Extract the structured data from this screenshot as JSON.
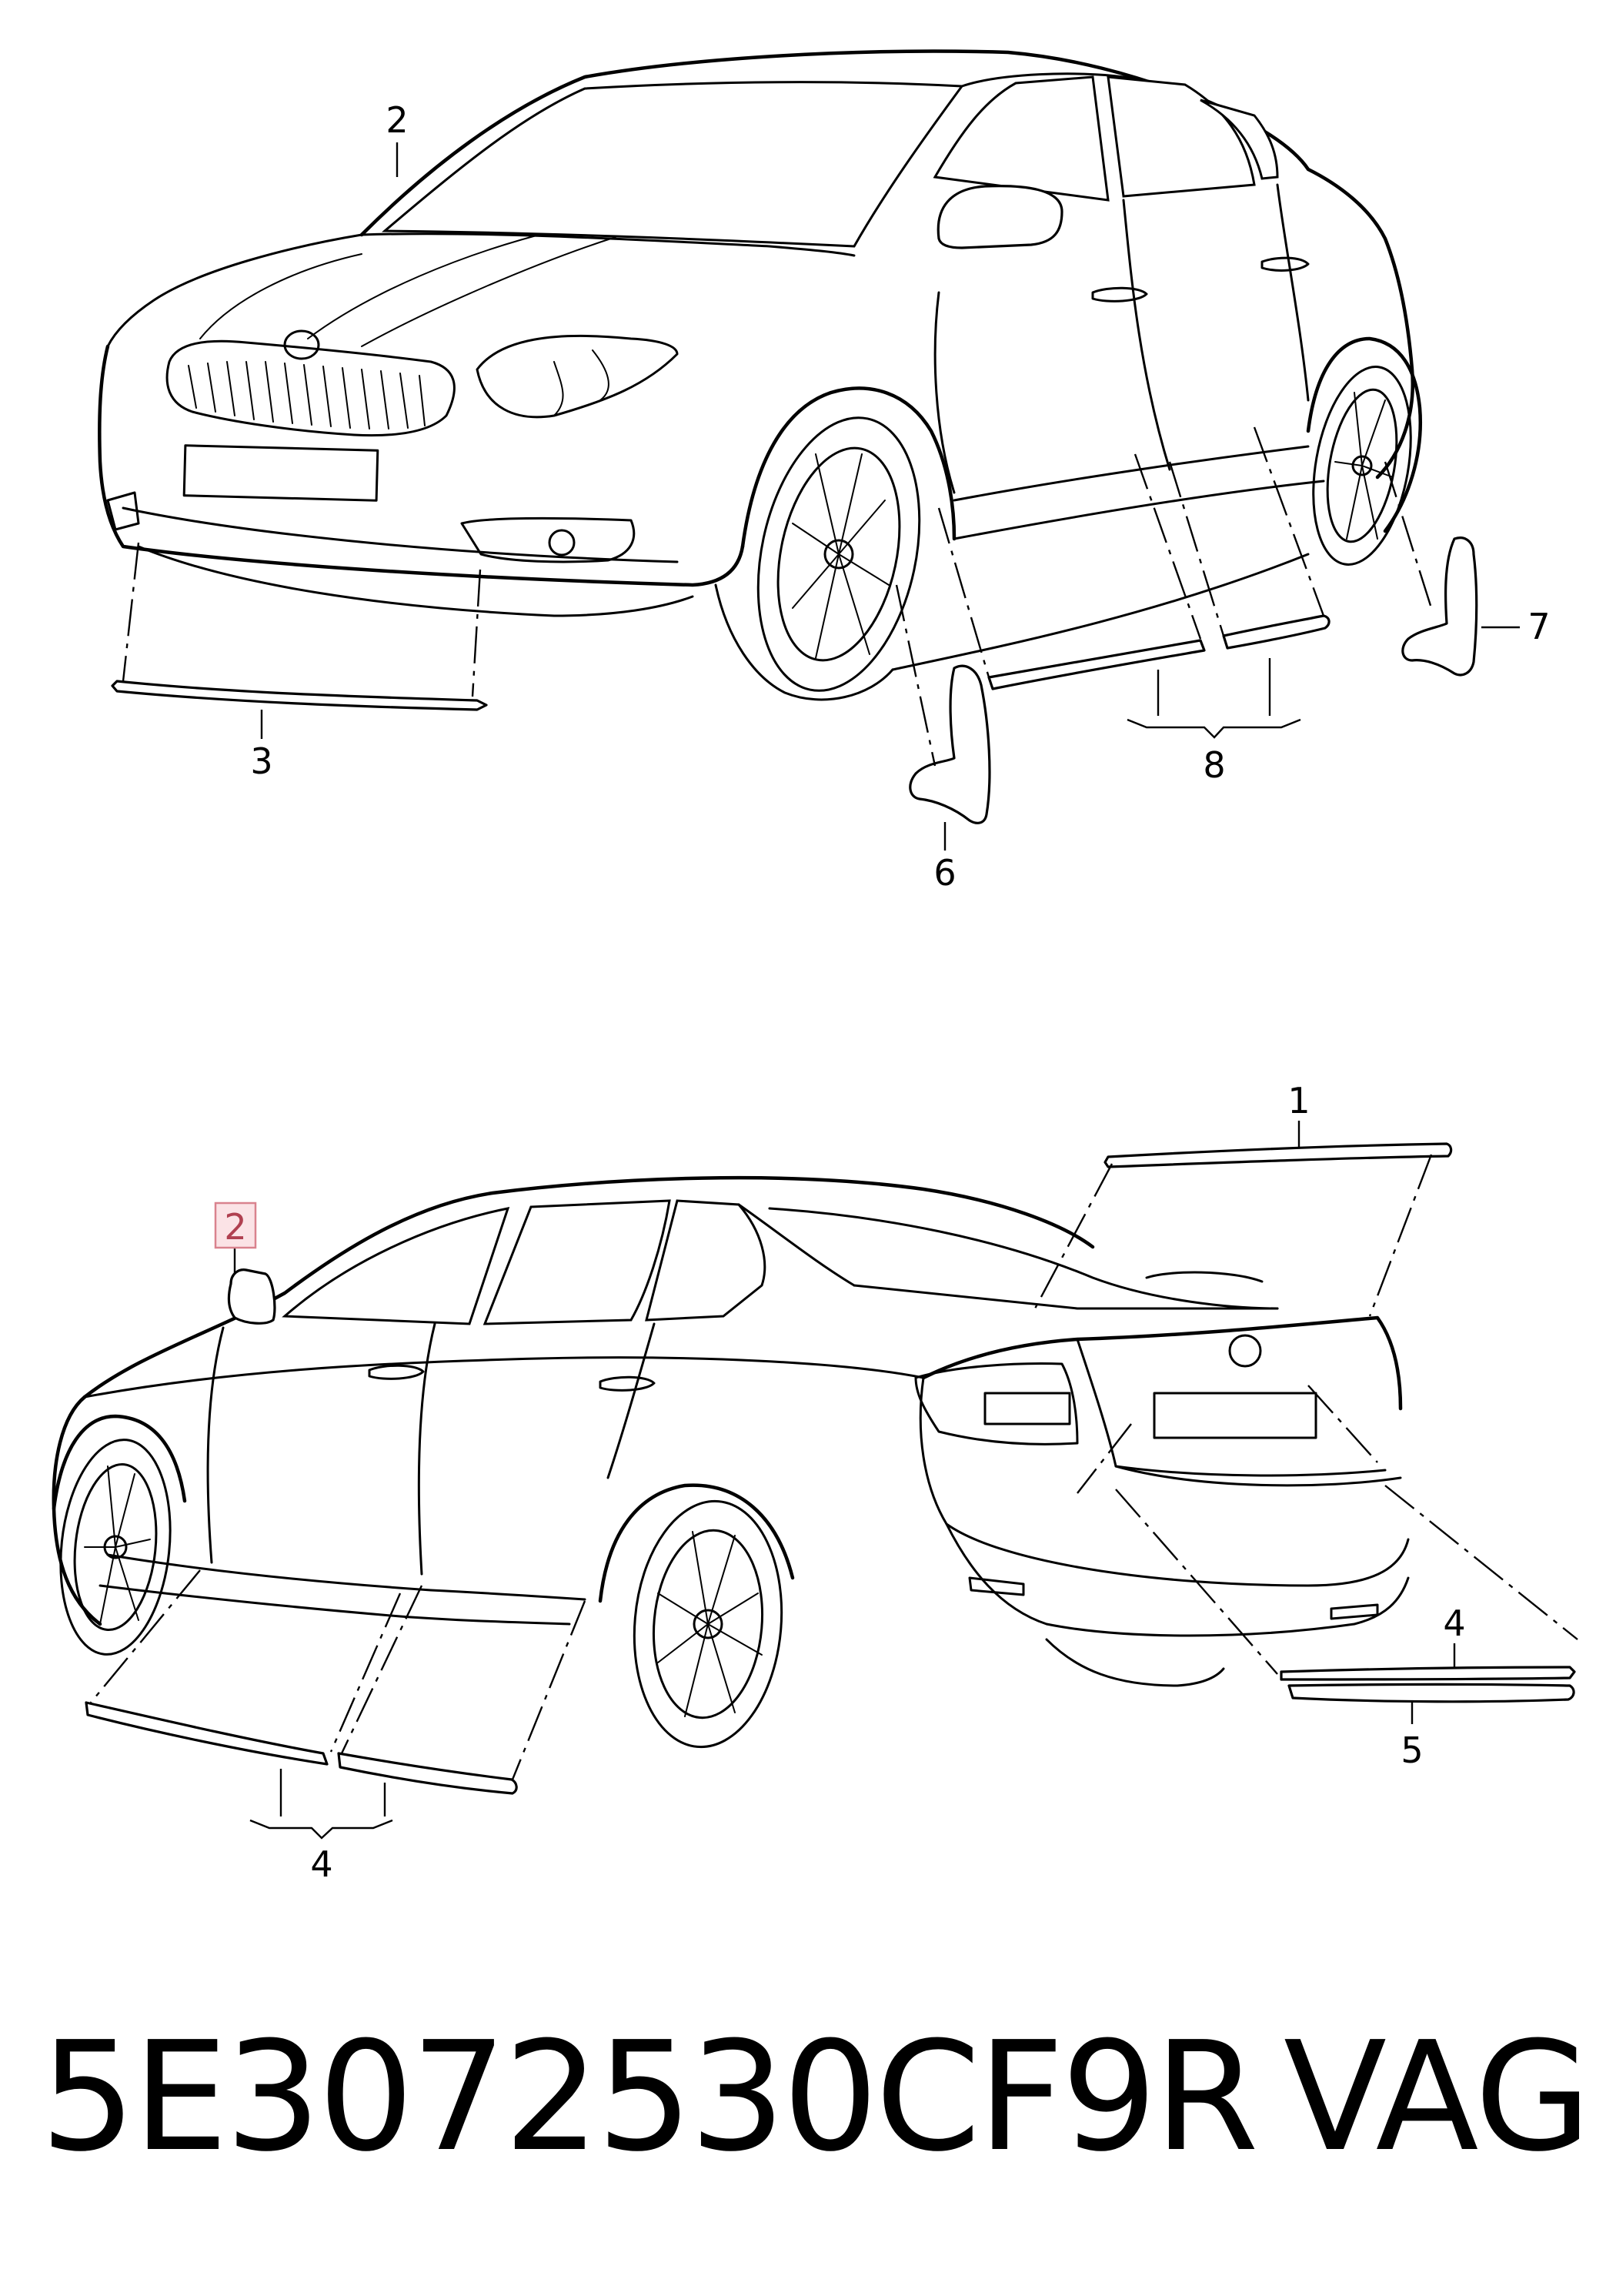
{
  "callouts": {
    "top_view": {
      "mirror": "2",
      "front_strip": "3",
      "front_mudflap": "6",
      "rear_mudflap": "7",
      "side_mouldings": "8"
    },
    "bottom_view": {
      "spoiler": "1",
      "mirror_highlighted": "2",
      "side_mouldings": "4",
      "rear_trim_upper": "4",
      "rear_trim_lower": "5"
    }
  },
  "highlight_color": "#d9828e",
  "part_number": "5E3072530CF9R",
  "brand": "VAG"
}
